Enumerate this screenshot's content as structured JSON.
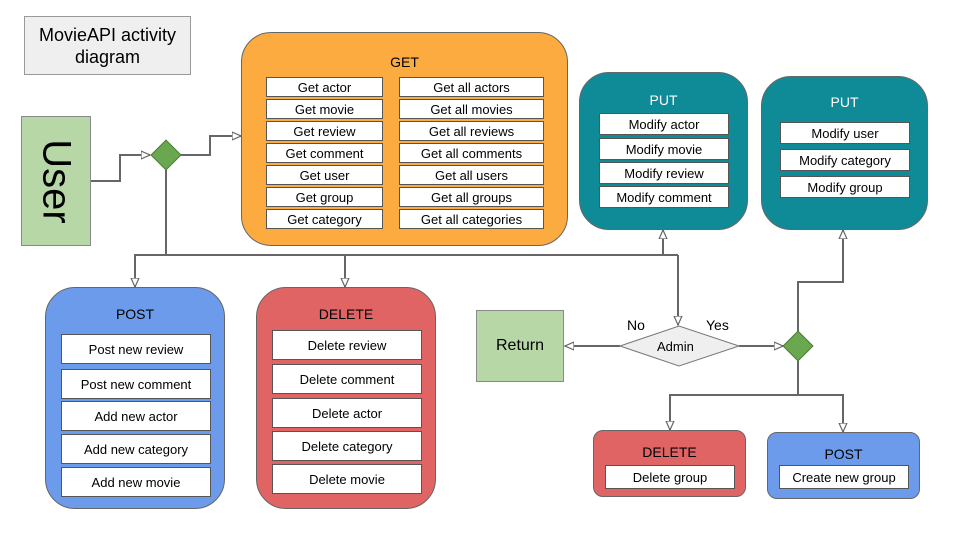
{
  "title": "MovieAPI activity\ndiagram",
  "user_label": "User",
  "return_label": "Return",
  "admin_label": "Admin",
  "no_label": "No",
  "yes_label": "Yes",
  "get": {
    "title": "GET",
    "left": [
      "Get actor",
      "Get movie",
      "Get review",
      "Get comment",
      "Get user",
      "Get group",
      "Get category"
    ],
    "right": [
      "Get all actors",
      "Get all movies",
      "Get all reviews",
      "Get all comments",
      "Get all users",
      "Get all groups",
      "Get all categories"
    ]
  },
  "put1": {
    "title": "PUT",
    "items": [
      "Modify actor",
      "Modify movie",
      "Modify review",
      "Modify comment"
    ]
  },
  "put2": {
    "title": "PUT",
    "items": [
      "Modify user",
      "Modify category",
      "Modify group"
    ]
  },
  "post1": {
    "title": "POST",
    "items": [
      "Post new review",
      "Post new comment",
      "Add new actor",
      "Add new category",
      "Add new movie"
    ]
  },
  "delete1": {
    "title": "DELETE",
    "items": [
      "Delete review",
      "Delete comment",
      "Delete actor",
      "Delete category",
      "Delete movie"
    ]
  },
  "delete2": {
    "title": "DELETE",
    "items": [
      "Delete group"
    ]
  },
  "post2": {
    "title": "POST",
    "items": [
      "Create new group"
    ]
  },
  "colors": {
    "orange": "#fbab40",
    "teal": "#0f8b98",
    "blue": "#6b9bea",
    "red": "#e06464",
    "green_node": "#b7d8a6",
    "decision": "#6aa84f",
    "admin": "#efefef",
    "edge": "#666666"
  }
}
